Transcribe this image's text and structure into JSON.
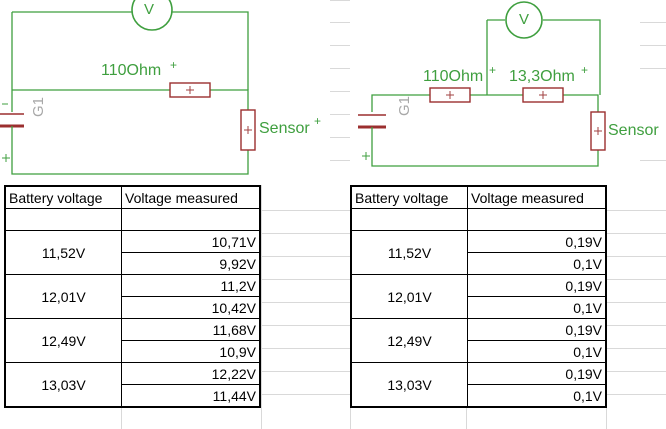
{
  "circuit_left": {
    "meter_label": "V",
    "resistor_label": "110Ohm",
    "sensor_label": "Sensor",
    "battery_label": "G1"
  },
  "circuit_right": {
    "meter_label": "V",
    "resistor1_label": "110Ohm",
    "resistor2_label": "13,3Ohm",
    "sensor_label": "Sensor",
    "battery_label": "G1"
  },
  "table_left": {
    "headers": [
      "Battery voltage",
      "Voltage measured"
    ],
    "groups": [
      {
        "battery": "11,52V",
        "measured": [
          "10,71V",
          "9,92V"
        ]
      },
      {
        "battery": "12,01V",
        "measured": [
          "11,2V",
          "10,42V"
        ]
      },
      {
        "battery": "12,49V",
        "measured": [
          "11,68V",
          "10,9V"
        ]
      },
      {
        "battery": "13,03V",
        "measured": [
          "12,22V",
          "11,44V"
        ]
      }
    ]
  },
  "table_right": {
    "headers": [
      "Battery voltage",
      "Voltage measured"
    ],
    "groups": [
      {
        "battery": "11,52V",
        "measured": [
          "0,19V",
          "0,1V"
        ]
      },
      {
        "battery": "12,01V",
        "measured": [
          "0,19V",
          "0,1V"
        ]
      },
      {
        "battery": "12,49V",
        "measured": [
          "0,19V",
          "0,1V"
        ]
      },
      {
        "battery": "13,03V",
        "measured": [
          "0,19V",
          "0,1V"
        ]
      }
    ]
  },
  "colors": {
    "wire": "#3f9f3f",
    "component": "#9b2f2f",
    "gridline": "#d9d9d9"
  }
}
